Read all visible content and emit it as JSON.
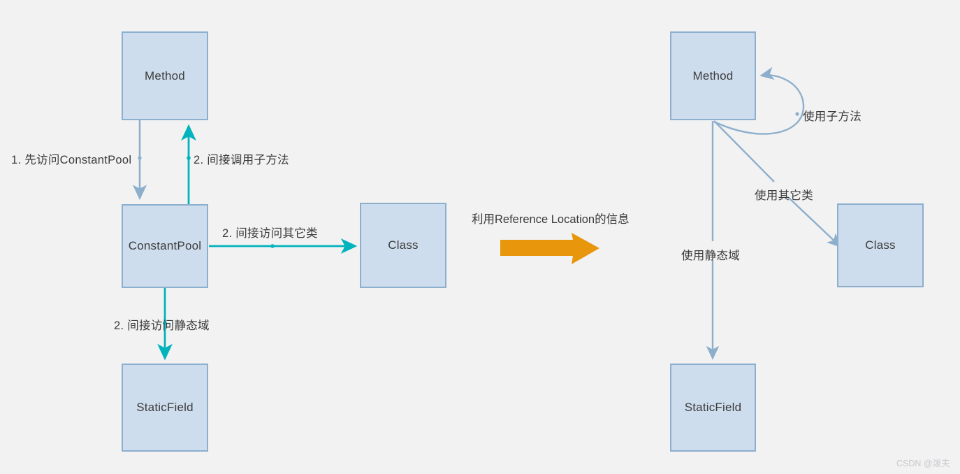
{
  "diagram": {
    "background_color": "#f2f2f3",
    "node_fill": "#cedded",
    "node_border": "#8cafcd",
    "teal_accent": "#00b3bd",
    "blue_accent": "#8eafcc",
    "orange_accent": "#e8960c",
    "left_panel": {
      "nodes": {
        "method": "Method",
        "constant_pool": "ConstantPool",
        "class": "Class",
        "static_field": "StaticField"
      },
      "edges": {
        "method_to_constantpool": "1. 先访问ConstantPool",
        "constantpool_to_method": "2. 间接调用子方法",
        "constantpool_to_class": "2. 间接访问其它类",
        "constantpool_to_staticfield": "2. 间接访问静态域"
      }
    },
    "middle": {
      "caption": "利用Reference Location的信息",
      "arrow": "right-arrow-orange"
    },
    "right_panel": {
      "nodes": {
        "method": "Method",
        "class": "Class",
        "static_field": "StaticField"
      },
      "edges": {
        "method_self_loop": "使用子方法",
        "method_to_class": "使用其它类",
        "method_to_staticfield": "使用静态域"
      }
    },
    "watermark": "CSDN @泼夫"
  }
}
